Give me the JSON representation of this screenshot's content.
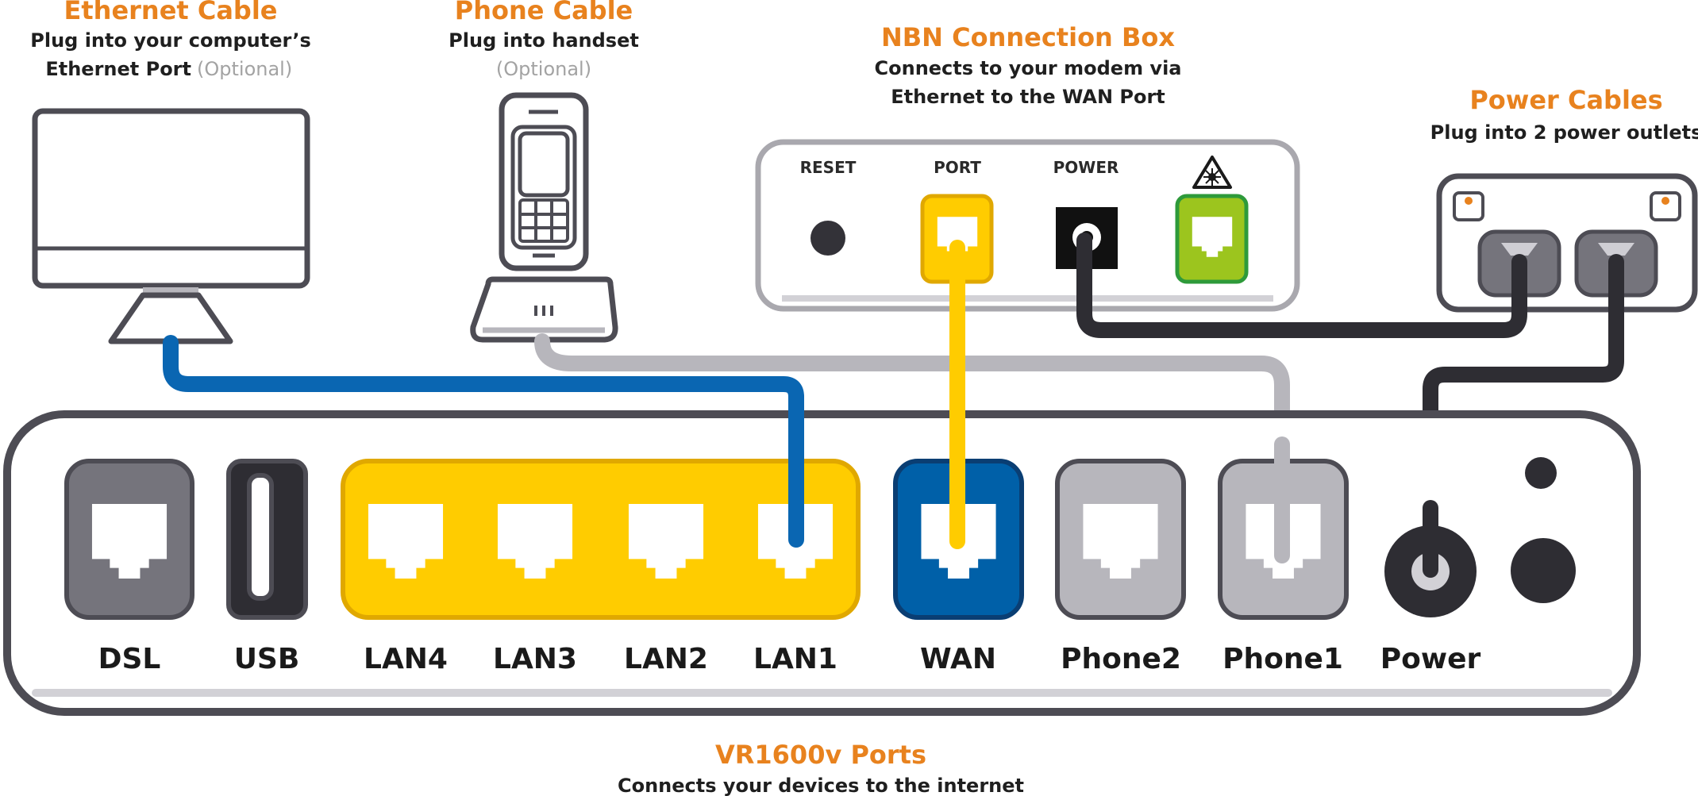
{
  "callouts": {
    "ethernet": {
      "title": "Ethernet Cable",
      "line1": "Plug into your computer’s",
      "line2": "Ethernet Port",
      "optional": "(Optional)"
    },
    "phone": {
      "title": "Phone Cable",
      "line1": "Plug into handset",
      "optional": "(Optional)"
    },
    "nbn": {
      "title": "NBN Connection Box",
      "line1": "Connects to your modem via",
      "line2": "Ethernet to the WAN Port"
    },
    "power": {
      "title": "Power Cables",
      "line1": "Plug into 2 power outlets"
    },
    "router": {
      "title": "VR1600v Ports",
      "line1": "Connects your devices to the internet"
    }
  },
  "nbn_box": {
    "labels": {
      "reset": "RESET",
      "port": "PORT",
      "power": "POWER"
    },
    "warning_icon": "laser-warning-icon"
  },
  "router_ports": {
    "dsl": "DSL",
    "usb": "USB",
    "lan4": "LAN4",
    "lan3": "LAN3",
    "lan2": "LAN2",
    "lan1": "LAN1",
    "wan": "WAN",
    "phone2": "Phone2",
    "phone1": "Phone1",
    "power": "Power"
  },
  "colors": {
    "accent_orange": "#E8821E",
    "lan_yellow": "#FFCC00",
    "wan_blue": "#0060A8",
    "ethernet_cable": "#0A66B2",
    "phone_cable": "#B7B6BC",
    "power_cable": "#2E2D33",
    "fibre_green": "#9CC51E"
  }
}
